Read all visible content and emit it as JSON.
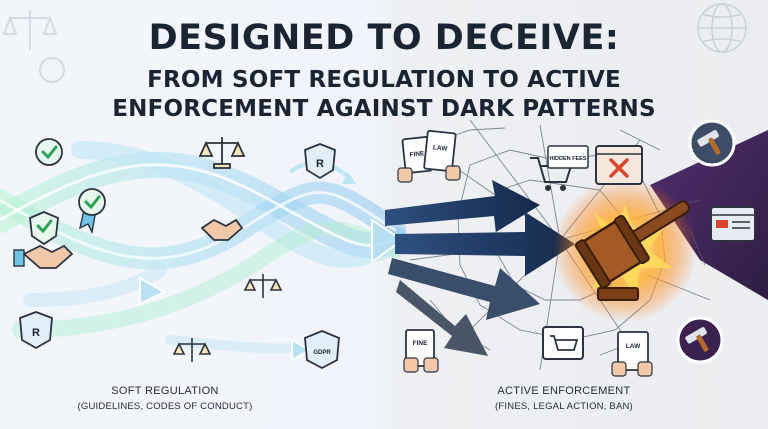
{
  "title": {
    "main": "DESIGNED TO DECEIVE:",
    "sub1": "FROM SOFT REGULATION TO ACTIVE",
    "sub2_plain": "ENFORCEMENT",
    "sub2_bold": "AGAINST DARK PATTERNS"
  },
  "captions": {
    "left_main": "SOFT REGULATION",
    "left_sub": "(GUIDELINES, CODES OF CONDUCT)",
    "right_main": "ACTIVE ENFORCEMENT",
    "right_sub": "(FINES, LEGAL ACTION, BAN)"
  },
  "icon_labels": {
    "fine": "FINE",
    "law": "LAW",
    "hidden_fees": "HIDDEN FEES",
    "gdpr": "GDPR",
    "registered": "R"
  },
  "icons": [
    "check-badge-icon",
    "scales-icon",
    "registered-shield-icon",
    "handshake-icon",
    "award-ribbon-icon",
    "gdpr-shield-icon",
    "fine-document-icon",
    "law-document-icon",
    "hidden-fees-cart-icon",
    "blocked-window-icon",
    "gavel-icon",
    "hammer-icon",
    "browser-window-icon",
    "shopping-cart-icon",
    "globe-icon"
  ],
  "colors": {
    "soft_arrow": "#9fd4ee",
    "soft_glow": "#a9f0c6",
    "hard_arrow": "#1f3a63",
    "impact": "#ff8a1c",
    "accent_purple": "#3b1f55"
  }
}
